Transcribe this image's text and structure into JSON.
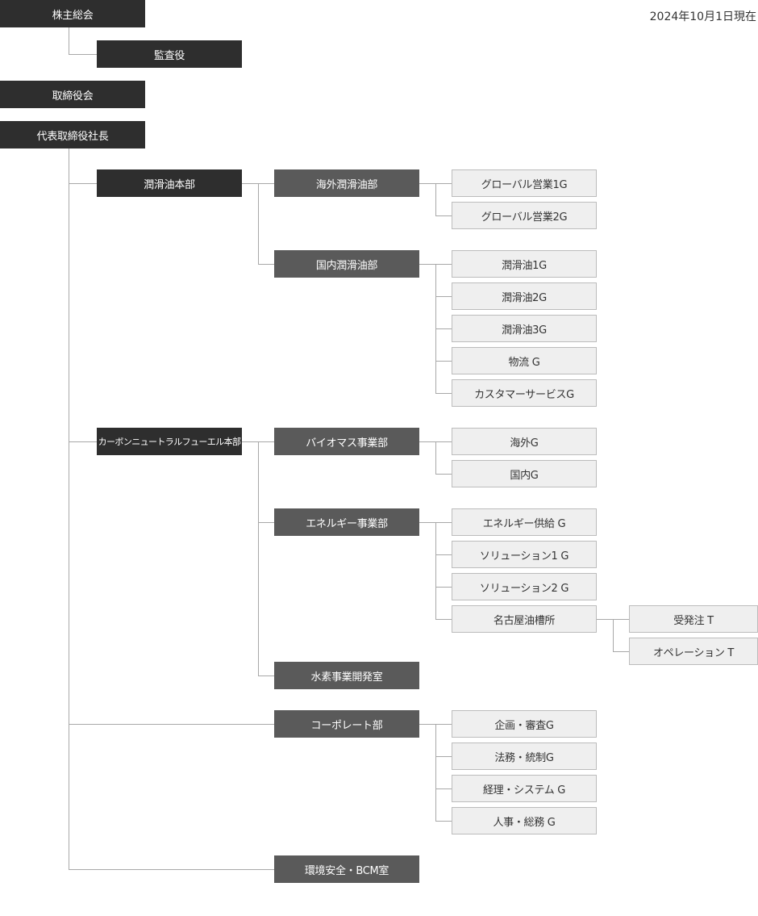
{
  "date": "2024年10月1日現在",
  "top": {
    "shareholders": "株主総会",
    "auditor": "監査役",
    "board": "取締役会",
    "president": "代表取締役社長"
  },
  "lubricants": {
    "name": "潤滑油本部",
    "overseas": {
      "name": "海外潤滑油部",
      "groups": [
        "グローバル営業1G",
        "グローバル営業2G"
      ]
    },
    "domestic": {
      "name": "国内潤滑油部",
      "groups": [
        "潤滑油1G",
        "潤滑油2G",
        "潤滑油3G",
        "物流 G",
        "カスタマーサービスG"
      ]
    }
  },
  "carbon": {
    "name": "カーボンニュートラルフューエル本部",
    "biomass": {
      "name": "バイオマス事業部",
      "groups": [
        "海外G",
        "国内G"
      ]
    },
    "energy": {
      "name": "エネルギー事業部",
      "groups": [
        "エネルギー供給 G",
        "ソリューション1 G",
        "ソリューション2 G",
        "名古屋油槽所"
      ],
      "depot_teams": [
        "受発注 T",
        "オペレーション T"
      ]
    },
    "hydrogen": {
      "name": "水素事業開発室"
    }
  },
  "corporate": {
    "name": "コーポレート部",
    "groups": [
      "企画・審査G",
      "法務・統制G",
      "経理・システム G",
      "人事・総務 G"
    ]
  },
  "safety": {
    "name": "環境安全・BCM室"
  },
  "colors": {
    "level1": "#2e2e2e",
    "level2": "#5a5a5a",
    "level3": "#efefef",
    "line": "#a8a8a8"
  }
}
